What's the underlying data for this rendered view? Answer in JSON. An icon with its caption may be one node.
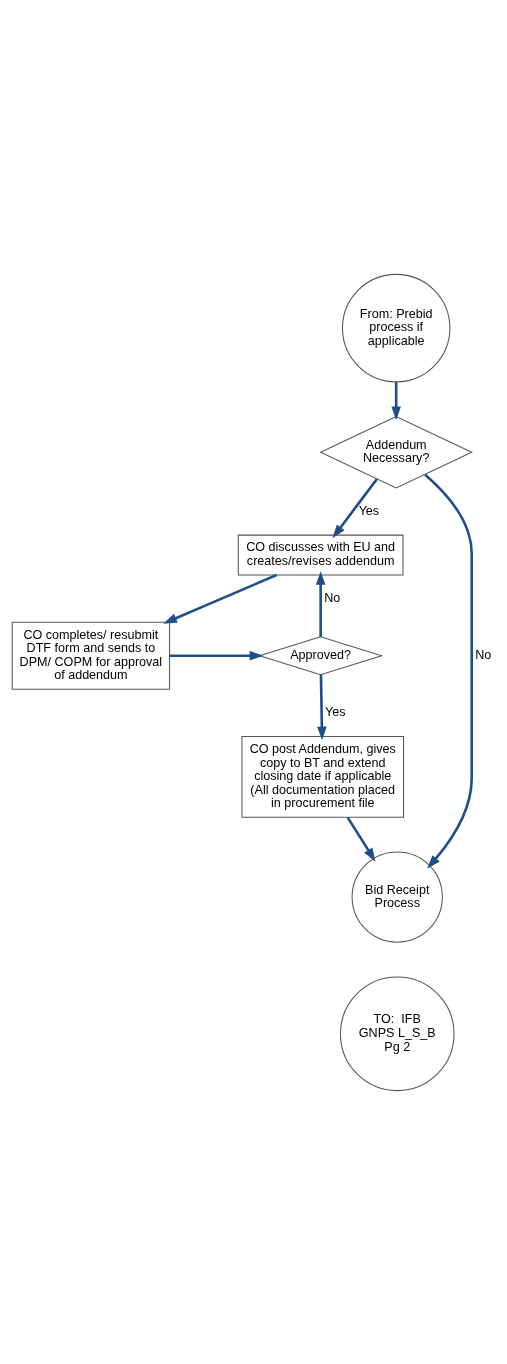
{
  "diagram": {
    "nodes": [
      {
        "text": [
          "From: Prebid process if applicable"
        ]
      },
      {
        "text": [
          "Addendum Necessary?"
        ]
      },
      {
        "text": [
          "CO discusses with EU and creates/revises addendum"
        ]
      },
      {
        "text": [
          "CO completes/ resubmit DTF form and sends to DPM/ COPM for approval of addendum"
        ]
      },
      {
        "text": [
          "Approved?"
        ]
      },
      {
        "text": [
          "CO post Addendum, gives copy to BT and extend closing date if applicable (All documentation placed in procurement file"
        ]
      },
      {
        "text": [
          "Bid Receipt Process"
        ]
      },
      {
        "text": [
          "TO:  IFB GNPS L_S_B Pg 2"
        ]
      }
    ],
    "edges": [
      {
        "from": 0,
        "to": 1,
        "arrow": "to"
      },
      {
        "from": 1,
        "to": 2,
        "arrow": "to",
        "label": "Yes"
      },
      {
        "from": 1,
        "to": 6,
        "arrow": "to",
        "label": "No"
      },
      {
        "from": 2,
        "to": 3,
        "arrow": "to"
      },
      {
        "from": 3,
        "to": 4,
        "arrow": "to"
      },
      {
        "from": 4,
        "to": 2,
        "arrow": "to",
        "label": "No"
      },
      {
        "from": 4,
        "to": 5,
        "arrow": "to",
        "label": "Yes"
      },
      {
        "from": 5,
        "to": 6,
        "arrow": "to"
      }
    ]
  }
}
